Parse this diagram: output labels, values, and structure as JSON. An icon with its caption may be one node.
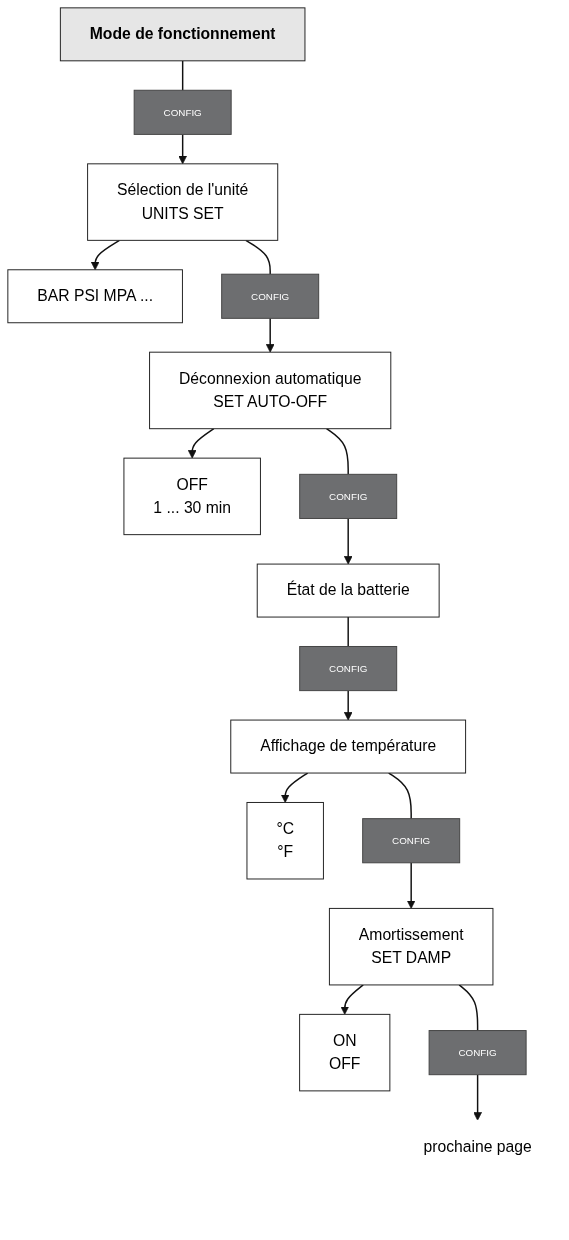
{
  "diagram": {
    "nodes": [
      {
        "text": [
          "Mode de fonctionnement"
        ]
      },
      {
        "text": [
          "CONFIG"
        ]
      },
      {
        "text": [
          "Sélection de l'unité",
          "UNITS SET"
        ]
      },
      {
        "text": [
          "BAR PSI MPA ..."
        ]
      },
      {
        "text": [
          "CONFIG"
        ]
      },
      {
        "text": [
          "Déconnexion automatique",
          "SET AUTO-OFF"
        ]
      },
      {
        "text": [
          "OFF",
          "1 ... 30 min"
        ]
      },
      {
        "text": [
          "CONFIG"
        ]
      },
      {
        "text": [
          "État de la batterie"
        ]
      },
      {
        "text": [
          "CONFIG"
        ]
      },
      {
        "text": [
          "Affichage de température"
        ]
      },
      {
        "text": [
          "°C",
          "°F"
        ]
      },
      {
        "text": [
          "CONFIG"
        ]
      },
      {
        "text": [
          "Amortissement",
          "SET DAMP"
        ]
      },
      {
        "text": [
          "ON",
          "OFF"
        ]
      },
      {
        "text": [
          "CONFIG"
        ]
      },
      {
        "text": [
          "prochaine page"
        ]
      }
    ],
    "edges": [
      {
        "from": 0,
        "to": 1,
        "arrow": "none"
      },
      {
        "from": 1,
        "to": 2,
        "arrow": "to"
      },
      {
        "from": 2,
        "to": 3,
        "arrow": "to"
      },
      {
        "from": 2,
        "to": 4,
        "arrow": "none"
      },
      {
        "from": 4,
        "to": 5,
        "arrow": "to"
      },
      {
        "from": 5,
        "to": 6,
        "arrow": "to"
      },
      {
        "from": 5,
        "to": 7,
        "arrow": "none"
      },
      {
        "from": 7,
        "to": 8,
        "arrow": "to"
      },
      {
        "from": 8,
        "to": 9,
        "arrow": "none"
      },
      {
        "from": 9,
        "to": 10,
        "arrow": "to"
      },
      {
        "from": 10,
        "to": 11,
        "arrow": "to"
      },
      {
        "from": 10,
        "to": 12,
        "arrow": "none"
      },
      {
        "from": 12,
        "to": 13,
        "arrow": "to"
      },
      {
        "from": 13,
        "to": 14,
        "arrow": "to"
      },
      {
        "from": 13,
        "to": 15,
        "arrow": "none"
      },
      {
        "from": 15,
        "to": 16,
        "arrow": "to"
      }
    ]
  }
}
